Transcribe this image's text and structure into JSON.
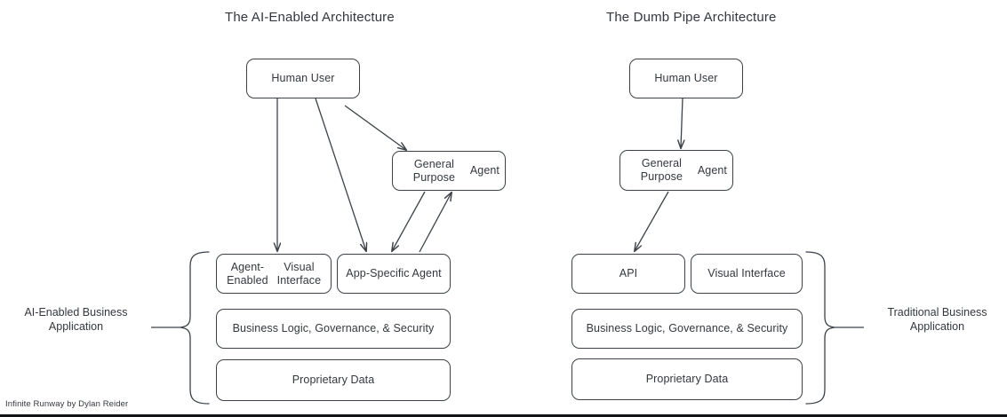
{
  "panels": [
    {
      "id": "ai-enabled",
      "title": "The AI-Enabled Architecture",
      "side_label": "AI-Enabled Business\nApplication",
      "side_label_line1": "AI-Enabled Business",
      "side_label_line2": "Application",
      "nodes": {
        "human_user": "Human User",
        "general_purpose_agent_line1": "General Purpose",
        "general_purpose_agent_line2": "Agent",
        "visual_interface_line1": "Agent-Enabled",
        "visual_interface_line2": "Visual Interface",
        "app_specific_agent": "App-Specific Agent",
        "business_logic": "Business Logic, Governance, & Security",
        "proprietary_data": "Proprietary Data"
      }
    },
    {
      "id": "dumb-pipe",
      "title": "The Dumb Pipe Architecture",
      "side_label_line1": "Traditional Business",
      "side_label_line2": "Application",
      "nodes": {
        "human_user": "Human User",
        "general_purpose_agent_line1": "General Purpose",
        "general_purpose_agent_line2": "Agent",
        "api": "API",
        "visual_interface": "Visual Interface",
        "business_logic": "Business Logic, Governance, & Security",
        "proprietary_data": "Proprietary Data"
      }
    }
  ],
  "watermark": "Infinite Runway by Dylan Reider",
  "colors": {
    "stroke": "#3c4148",
    "text": "#33373d",
    "background": "#ffffff",
    "rule": "#111317"
  }
}
